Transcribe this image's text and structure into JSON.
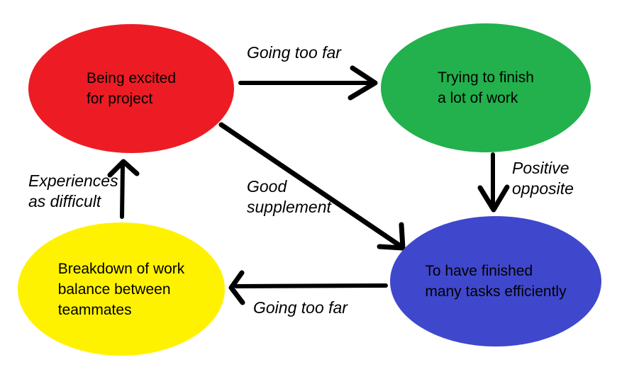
{
  "diagram": {
    "background_color": "#ffffff",
    "text_color": "#000000",
    "arrow_color": "#000000",
    "nodes": [
      {
        "id": "being-excited",
        "color": "#ed1c24",
        "lines": [
          "Being excited",
          "for project"
        ]
      },
      {
        "id": "trying-to-finish",
        "color": "#22b14c",
        "lines": [
          "Trying to finish",
          "a lot of work"
        ]
      },
      {
        "id": "work-breakdown",
        "color": "#fff200",
        "lines": [
          "Breakdown of work",
          "balance between",
          "teammates"
        ]
      },
      {
        "id": "finished-tasks",
        "color": "#3f48cc",
        "lines": [
          "To have finished",
          "many tasks efficiently"
        ]
      }
    ],
    "edges": [
      {
        "from": "being-excited",
        "to": "trying-to-finish",
        "label_lines": [
          "Going too far"
        ]
      },
      {
        "from": "trying-to-finish",
        "to": "finished-tasks",
        "label_lines": [
          "Positive",
          "opposite"
        ]
      },
      {
        "from": "being-excited",
        "to": "finished-tasks",
        "label_lines": [
          "Good",
          "supplement"
        ]
      },
      {
        "from": "finished-tasks",
        "to": "work-breakdown",
        "label_lines": [
          "Going too far"
        ]
      },
      {
        "from": "work-breakdown",
        "to": "being-excited",
        "label_lines": [
          "Experiences",
          "as difficult"
        ]
      }
    ]
  }
}
